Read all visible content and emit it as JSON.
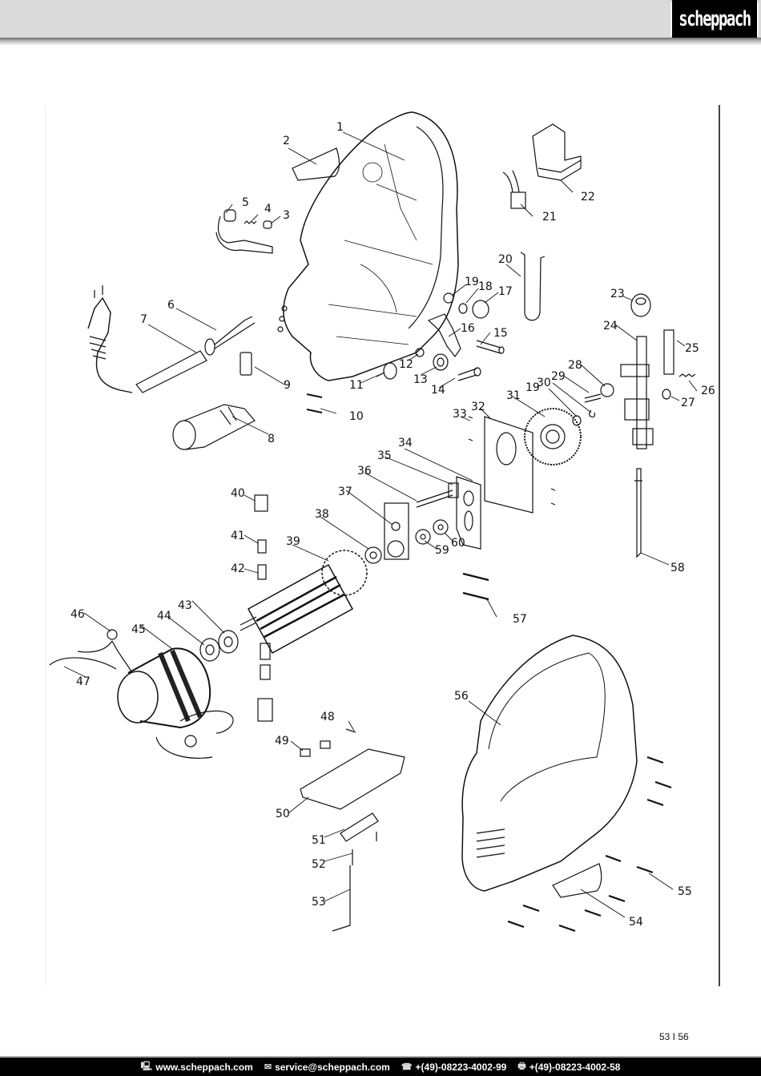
{
  "header": {
    "brand": "scheppach",
    "logo_icon": "scheppach-logo"
  },
  "diagram": {
    "title": "Exploded view jigsaw spare parts",
    "callouts": [
      "1",
      "2",
      "3",
      "4",
      "5",
      "6",
      "7",
      "8",
      "9",
      "10",
      "11",
      "12",
      "13",
      "14",
      "15",
      "16",
      "17",
      "18",
      "19",
      "20",
      "21",
      "22",
      "23",
      "24",
      "25",
      "26",
      "27",
      "28",
      "29",
      "30",
      "31",
      "32",
      "33",
      "34",
      "35",
      "36",
      "37",
      "38",
      "39",
      "40",
      "41",
      "42",
      "43",
      "44",
      "45",
      "46",
      "47",
      "48",
      "49",
      "50",
      "51",
      "52",
      "53",
      "54",
      "55",
      "56",
      "57",
      "58",
      "59",
      "60",
      "19"
    ]
  },
  "page_number": "53 I 56",
  "footer": {
    "website": "www.scheppach.com",
    "website_icon": "computer-icon",
    "email": "service@scheppach.com",
    "email_icon": "mail-icon",
    "phone": "+(49)-08223-4002-99",
    "phone_icon": "phone-icon",
    "fax": "+(49)-08223-4002-58",
    "fax_icon": "fax-icon"
  }
}
